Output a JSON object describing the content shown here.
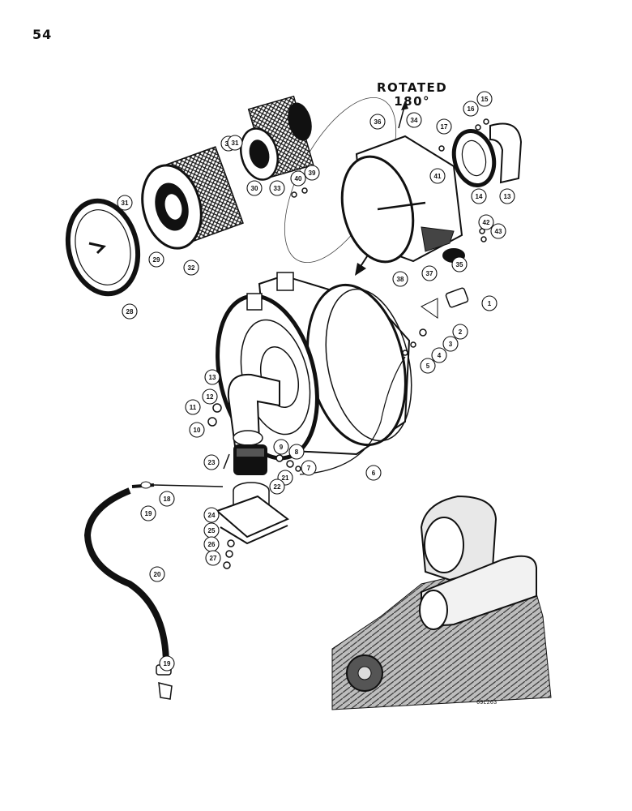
{
  "page_number": "54",
  "rotation_note": {
    "line1": "ROTATED",
    "line2": "180°"
  },
  "photo_code": "69L263",
  "callouts": [
    {
      "n": "1"
    },
    {
      "n": "2"
    },
    {
      "n": "3"
    },
    {
      "n": "4"
    },
    {
      "n": "5"
    },
    {
      "n": "6"
    },
    {
      "n": "7"
    },
    {
      "n": "8"
    },
    {
      "n": "9"
    },
    {
      "n": "10"
    },
    {
      "n": "11"
    },
    {
      "n": "12"
    },
    {
      "n": "13"
    },
    {
      "n": "13"
    },
    {
      "n": "14"
    },
    {
      "n": "15"
    },
    {
      "n": "16"
    },
    {
      "n": "17"
    },
    {
      "n": "18"
    },
    {
      "n": "19"
    },
    {
      "n": "19"
    },
    {
      "n": "20"
    },
    {
      "n": "21"
    },
    {
      "n": "22"
    },
    {
      "n": "23"
    },
    {
      "n": "24"
    },
    {
      "n": "25"
    },
    {
      "n": "26"
    },
    {
      "n": "27"
    },
    {
      "n": "28"
    },
    {
      "n": "29"
    },
    {
      "n": "30"
    },
    {
      "n": "30"
    },
    {
      "n": "31"
    },
    {
      "n": "31"
    },
    {
      "n": "32"
    },
    {
      "n": "33"
    },
    {
      "n": "34"
    },
    {
      "n": "35"
    },
    {
      "n": "36"
    },
    {
      "n": "37"
    },
    {
      "n": "38"
    },
    {
      "n": "39"
    },
    {
      "n": "40"
    },
    {
      "n": "41"
    },
    {
      "n": "42"
    },
    {
      "n": "43"
    }
  ]
}
